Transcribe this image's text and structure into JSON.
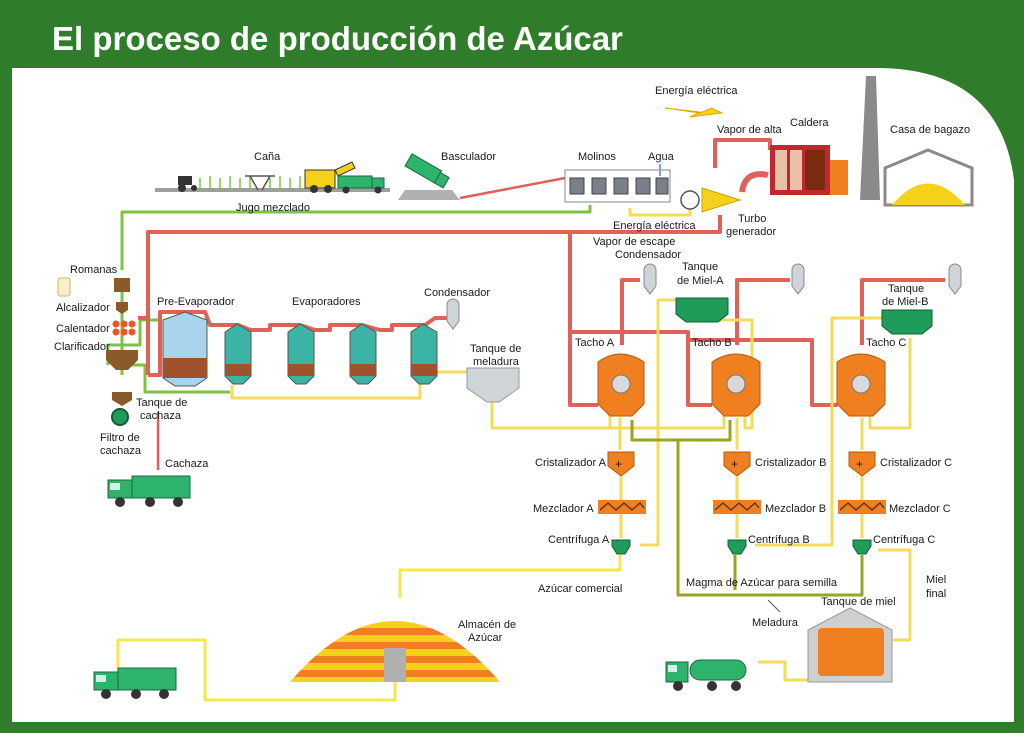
{
  "title": "El proceso de producción de Azúcar",
  "colors": {
    "frame_green": "#2f7d2a",
    "juice_green": "#7dc242",
    "steam_red": "#e0605a",
    "syrup_yellow": "#f2dc5a",
    "sugar_yellow": "#f5e84a",
    "magma_olive": "#9aa51f",
    "vessel_orange": "#f07f1f",
    "tank_teal": "#3bb3a5",
    "molasses_green": "#1f9b5a"
  },
  "labels": {
    "cana": "Caña",
    "basculador": "Basculador",
    "molinos": "Molinos",
    "agua": "Agua",
    "energia_electrica_top": "Energía eléctrica",
    "vapor_de_alta": "Vapor de alta",
    "caldera": "Caldera",
    "casa_de_bagazo": "Casa de bagazo",
    "jugo_mezclado": "Jugo mezclado",
    "energia_electrica": "Energía eléctrica",
    "turbo_generador_1": "Turbo",
    "turbo_generador_2": "generador",
    "vapor_de_escape": "Vapor de escape",
    "condensador_top": "Condensador",
    "romanas": "Romanas",
    "alcalizador": "Alcalizador",
    "calentador": "Calentador",
    "clarificador": "Clarificador",
    "pre_evaporador": "Pre-Evaporador",
    "evaporadores": "Evaporadores",
    "condensador": "Condensador",
    "tanque_meladura_1": "Tanque de",
    "tanque_meladura_2": "meladura",
    "tanque_cachaza_1": "Tanque de",
    "tanque_cachaza_2": "cachaza",
    "filtro_cachaza_1": "Filtro de",
    "filtro_cachaza_2": "cachaza",
    "cachaza": "Cachaza",
    "tanque_miel_a_1": "Tanque",
    "tanque_miel_a_2": "de Miel-A",
    "tanque_miel_b_1": "Tanque",
    "tanque_miel_b_2": "de Miel-B",
    "tacho_a": "Tacho A",
    "tacho_b": "Tacho B",
    "tacho_c": "Tacho C",
    "cristalizador_a": "Cristalizador A",
    "cristalizador_b": "Cristalizador B",
    "cristalizador_c": "Cristalizador C",
    "mezclador_a": "Mezclador A",
    "mezclador_b": "Mezclador B",
    "mezclador_c": "Mezclador C",
    "centrifuga_a": "Centrífuga A",
    "centrifuga_b": "Centrífuga B",
    "centrifuga_c": "Centrífuga C",
    "azucar_comercial": "Azúcar comercial",
    "magma": "Magma de Azúcar para semilla",
    "miel_final_1": "Miel",
    "miel_final_2": "final",
    "tanque_de_miel": "Tanque de miel",
    "meladura": "Meladura",
    "almacen_1": "Almacén de",
    "almacen_2": "Azúcar"
  }
}
